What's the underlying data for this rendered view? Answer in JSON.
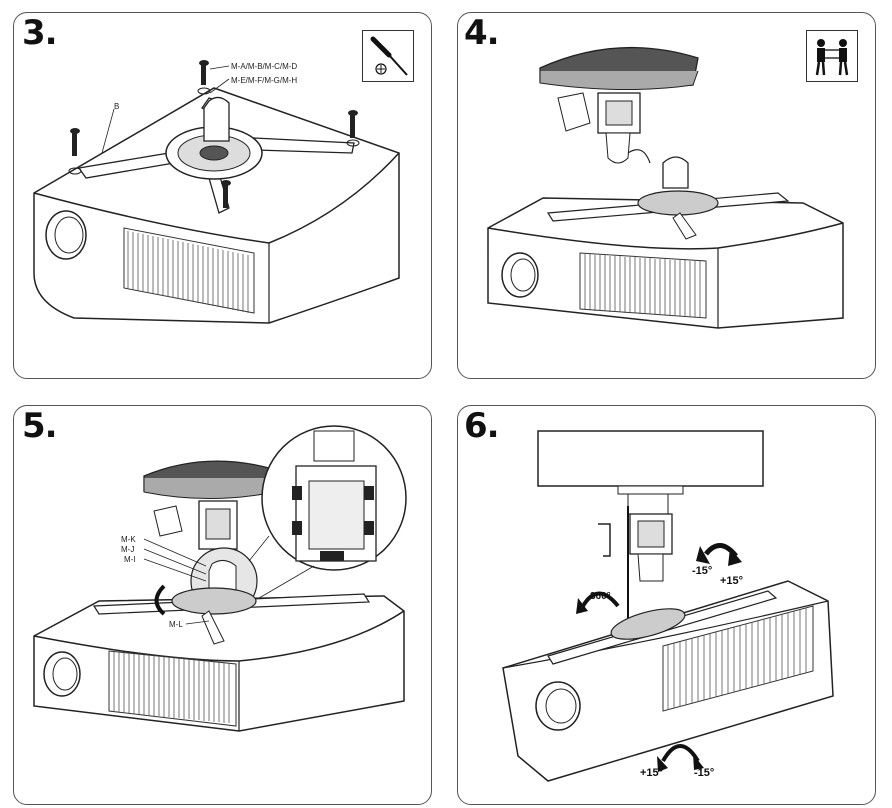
{
  "panels": [
    {
      "step": "3.",
      "tool_icon": "screwdriver-icon",
      "labels": {
        "screw_set_1": "M-A/M-B/M-C/M-D",
        "screw_set_2": "M-E/M-F/M-G/M-H",
        "arm": "B"
      }
    },
    {
      "step": "4.",
      "tool_icon": "two-person-lift-icon"
    },
    {
      "step": "5.",
      "labels": {
        "mk": "M-K",
        "mj": "M-J",
        "mi": "M-I",
        "ml": "M-L"
      }
    },
    {
      "step": "6.",
      "labels": {
        "rotate": "360°",
        "tilt_neg": "-15°",
        "tilt_pos": "+15°",
        "swivel_pos": "+15°",
        "swivel_neg": "-15°"
      }
    }
  ]
}
